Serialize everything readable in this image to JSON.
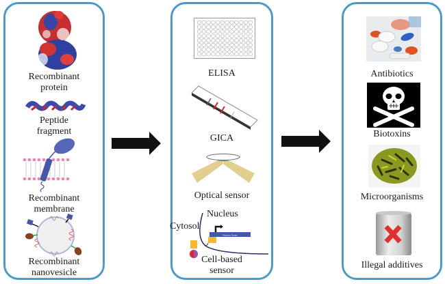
{
  "panels": {
    "recognition_elements": {
      "items": [
        {
          "label": "Recombinant protein",
          "line1": "Recombinant",
          "line2": "protein",
          "icon": "protein-structure-icon"
        },
        {
          "label": "Peptide fragment",
          "line1": "Peptide",
          "line2": "fragment",
          "icon": "peptide-helix-icon"
        },
        {
          "label": "Recombinant membrane",
          "line1": "Recombinant",
          "line2": "membrane",
          "icon": "membrane-receptor-icon"
        },
        {
          "label": "Recombinant nanovesicle",
          "line1": "Recombinant",
          "line2": "nanovesicle",
          "icon": "nanovesicle-icon"
        }
      ]
    },
    "detection_methods": {
      "items": [
        {
          "label": "ELISA",
          "icon": "microplate-icon"
        },
        {
          "label": "GICA",
          "icon": "test-strip-icon"
        },
        {
          "label": "Optical sensor",
          "icon": "optical-sensor-icon"
        },
        {
          "label": "Cell-based sensor",
          "line1": "Cell-based",
          "line2": "sensor",
          "icon": "cell-sensor-icon",
          "annotations": {
            "nucleus": "Nucleus",
            "cytosol": "Cytosol",
            "gene": "Reporter Genes"
          }
        }
      ]
    },
    "targets": {
      "items": [
        {
          "label": "Antibiotics",
          "icon": "pills-icon"
        },
        {
          "label": "Biotoxins",
          "icon": "skull-crossbones-icon"
        },
        {
          "label": "Microorganisms",
          "icon": "bacteria-icon"
        },
        {
          "label": "Illegal additives",
          "icon": "can-with-x-icon"
        }
      ]
    }
  },
  "colors": {
    "panel_border": "#4a9ad0",
    "arrow": "#111111",
    "red_line": "#e02020",
    "blue": "#4457a8"
  }
}
